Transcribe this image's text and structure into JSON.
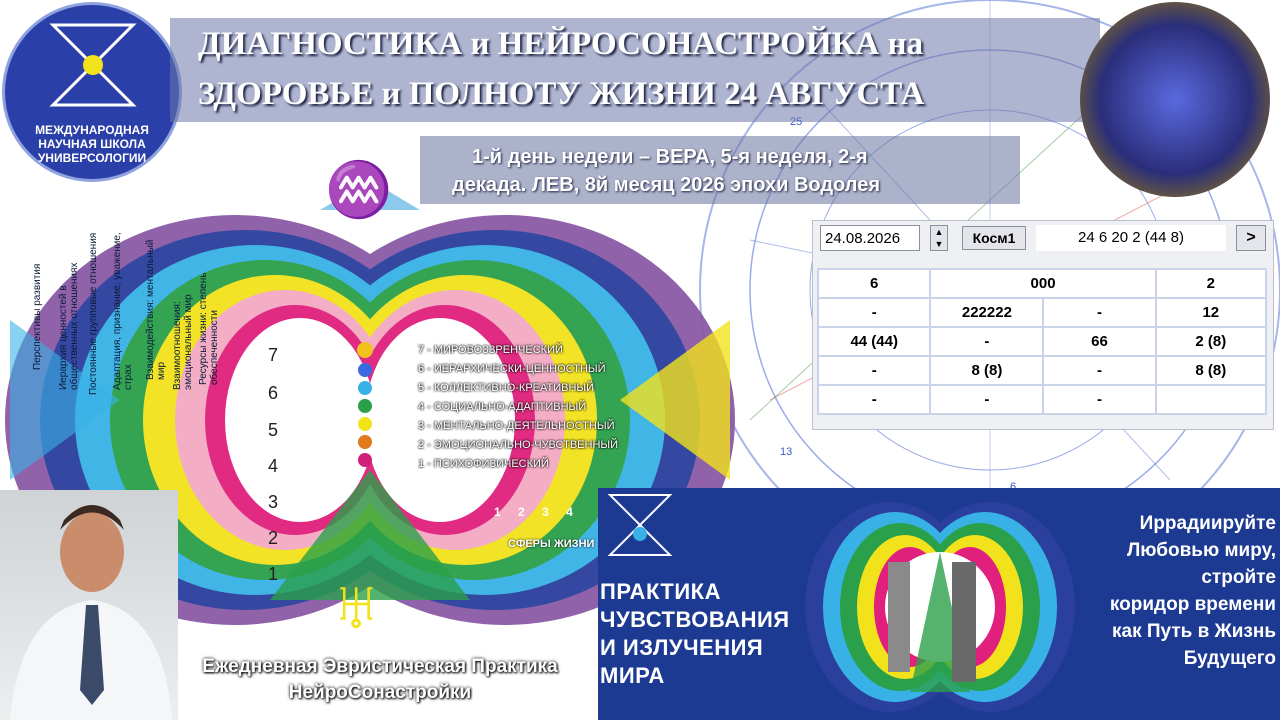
{
  "school": {
    "line1": "МЕЖДУНАРОДНАЯ",
    "line2": "НАУЧНАЯ ШКОЛА",
    "line3": "УНИВЕРСОЛОГИИ"
  },
  "title": {
    "line1": "ДИАГНОСТИКА и НЕЙРОСОНАСТРОЙКА на",
    "line2": "ЗДОРОВЬЕ и ПОЛНОТУ ЖИЗНИ 24 АВГУСТА"
  },
  "subtitle": {
    "line1": "1-й день недели – ВЕРА, 5-я неделя, 2-я",
    "line2": "декада. ЛЕВ, 8й месяц 2026 эпохи Водолея"
  },
  "calculator": {
    "date": "24.08.2026",
    "kosm_label": "Косм1",
    "result": "24 6 20 2 (44 8)",
    "next_label": ">",
    "rows": [
      [
        "6",
        "000",
        "",
        "2"
      ],
      [
        "-",
        "222222",
        "-",
        "12"
      ],
      [
        "44 (44)",
        "-",
        "66",
        "2 (8)"
      ],
      [
        "-",
        "8 (8)",
        "-",
        "8 (8)"
      ],
      [
        "-",
        "-",
        "-",
        ""
      ]
    ]
  },
  "levels": [
    {
      "num": "7",
      "label": "7 - МИРОВОЗЗРЕНЧЕСКИЙ"
    },
    {
      "num": "6",
      "label": "6 - ИЕРАРХИЧЕСКИ-ЦЕННОСТНЫЙ"
    },
    {
      "num": "5",
      "label": "5 - КОЛЛЕКТИВНО-КРЕАТИВНЫЙ"
    },
    {
      "num": "4",
      "label": "4 - СОЦИАЛЬНО-АДАПТИВНЫЙ"
    },
    {
      "num": "3",
      "label": "3 - МЕНТАЛЬНО-ДЕЯТЕЛЬНОСТНЫЙ"
    },
    {
      "num": "2",
      "label": "2 - ЭМОЦИОНАЛЬНО-ЧУВСТВЕННЫЙ"
    },
    {
      "num": "1",
      "label": "1 - ПСИХОФИЗИЧЕСКИЙ"
    }
  ],
  "sphere_labels": [
    "Перспективы развития",
    "Иерархия ценностей в общественных отношениях",
    "Постоянные групповые отношения",
    "Адаптация, признание, уважение, страх",
    "Взаимодействия: ментальный мир",
    "Взаимоотношения: эмоциональный мир",
    "Ресурсы жизни: степень обеспеченности"
  ],
  "spheres_caption": "СФЕРЫ ЖИЗНИ",
  "spheres_numbers": [
    "1",
    "2",
    "3",
    "4"
  ],
  "footer_left": {
    "line1": "Ежедневная Эвристическая Практика",
    "line2": "НейроСонастройки"
  },
  "practice": {
    "line1": "ПРАКТИКА",
    "line2": "ЧУВСТВОВАНИЯ",
    "line3": "И ИЗЛУЧЕНИЯ",
    "line4": "МИРА"
  },
  "right_text": {
    "line1": "Иррадиируйте",
    "line2": "Любовью миру,",
    "line3": "стройте",
    "line4": "коридор времени",
    "line5": "как Путь в Жизнь",
    "line6": "Будущего"
  },
  "chart_numbers": [
    "25",
    "13",
    "6"
  ],
  "colors": {
    "banner": "#6e78aa",
    "panel_blue": "#1d3a93",
    "logo_blue": "#2a3fa8"
  }
}
